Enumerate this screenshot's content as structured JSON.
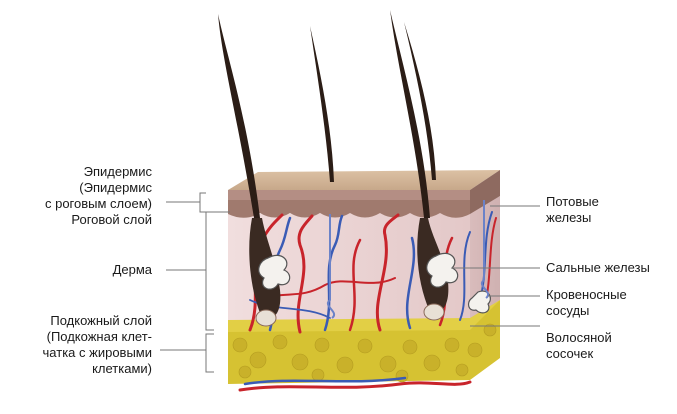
{
  "diagram": {
    "left_labels": {
      "epidermis": "Эпидермис\n(Эпидермис\nс роговым слоем)\nРоговой слой",
      "dermis": "Дерма",
      "subcutaneous": "Подкожный слой\n(Подкожная клет-\nчатка с жировыми\nклетками)"
    },
    "right_labels": {
      "sweat_glands": "Потовые\nжелезы",
      "sebaceous_glands": "Сальные железы",
      "blood_vessels": "Кровеносные\nсосуды",
      "hair_papilla": "Волосяной\nсосочек"
    },
    "colors": {
      "epidermis": "#c9a98a",
      "dermis": "#ecd6d6",
      "fat": "#d9c63a",
      "artery": "#c8242b",
      "vein": "#3a5bb5",
      "hair": "#2b1d16",
      "leader_line": "#777777"
    }
  }
}
